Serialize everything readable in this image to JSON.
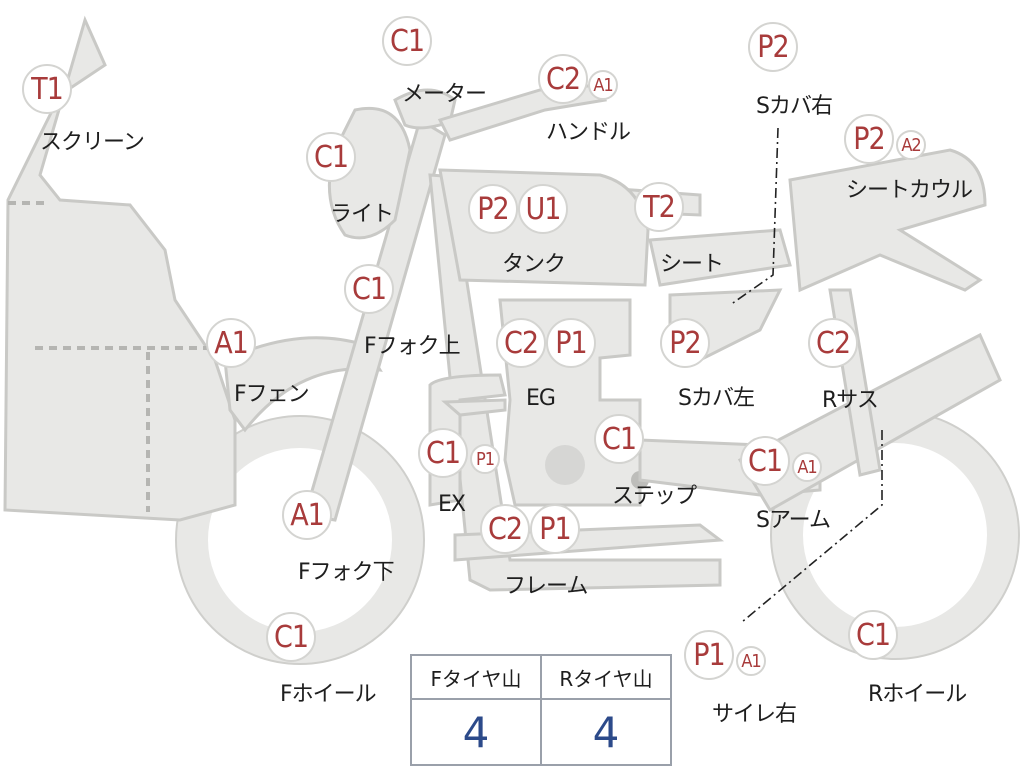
{
  "parts": [
    {
      "id": "screen",
      "label": "スクリーン",
      "codes": [
        "T1"
      ]
    },
    {
      "id": "meter",
      "label": "メーター",
      "codes": [
        "C1"
      ]
    },
    {
      "id": "handle",
      "label": "ハンドル",
      "codes": [
        "C2",
        "A1"
      ]
    },
    {
      "id": "s-cover-right",
      "label": "Sカバ右",
      "codes": [
        "P2"
      ]
    },
    {
      "id": "seat-cowl",
      "label": "シートカウル",
      "codes": [
        "P2",
        "A2"
      ]
    },
    {
      "id": "light",
      "label": "ライト",
      "codes": [
        "C1"
      ]
    },
    {
      "id": "tank",
      "label": "タンク",
      "codes": [
        "P2",
        "U1"
      ]
    },
    {
      "id": "seat",
      "label": "シート",
      "codes": [
        "T2"
      ]
    },
    {
      "id": "f-fork-upper",
      "label": "Fフォク上",
      "codes": [
        "C1"
      ]
    },
    {
      "id": "f-fender",
      "label": "Fフェン",
      "codes": [
        "A1"
      ]
    },
    {
      "id": "engine",
      "label": "EG",
      "codes": [
        "C2",
        "P1"
      ]
    },
    {
      "id": "s-cover-left",
      "label": "Sカバ左",
      "codes": [
        "P2"
      ]
    },
    {
      "id": "r-suspension",
      "label": "Rサス",
      "codes": [
        "C2"
      ]
    },
    {
      "id": "exhaust",
      "label": "EX",
      "codes": [
        "C1",
        "P1"
      ]
    },
    {
      "id": "step",
      "label": "ステップ",
      "codes": [
        "C1"
      ]
    },
    {
      "id": "swing-arm",
      "label": "Sアーム",
      "codes": [
        "C1",
        "A1"
      ]
    },
    {
      "id": "f-fork-lower",
      "label": "Fフォク下",
      "codes": [
        "A1"
      ]
    },
    {
      "id": "frame",
      "label": "フレーム",
      "codes": [
        "C2",
        "P1"
      ]
    },
    {
      "id": "f-wheel",
      "label": "Fホイール",
      "codes": [
        "C1"
      ]
    },
    {
      "id": "silencer-right",
      "label": "サイレ右",
      "codes": [
        "P1",
        "A1"
      ]
    },
    {
      "id": "r-wheel",
      "label": "Rホイール",
      "codes": [
        "C1"
      ]
    }
  ],
  "tire_table": {
    "headers": [
      "Fタイヤ山",
      "Rタイヤ山"
    ],
    "values": [
      "4",
      "4"
    ]
  },
  "colors": {
    "code_text": "#a83b3b",
    "value_text": "#2c4a8a",
    "part_fill": "#e8e8e6"
  }
}
